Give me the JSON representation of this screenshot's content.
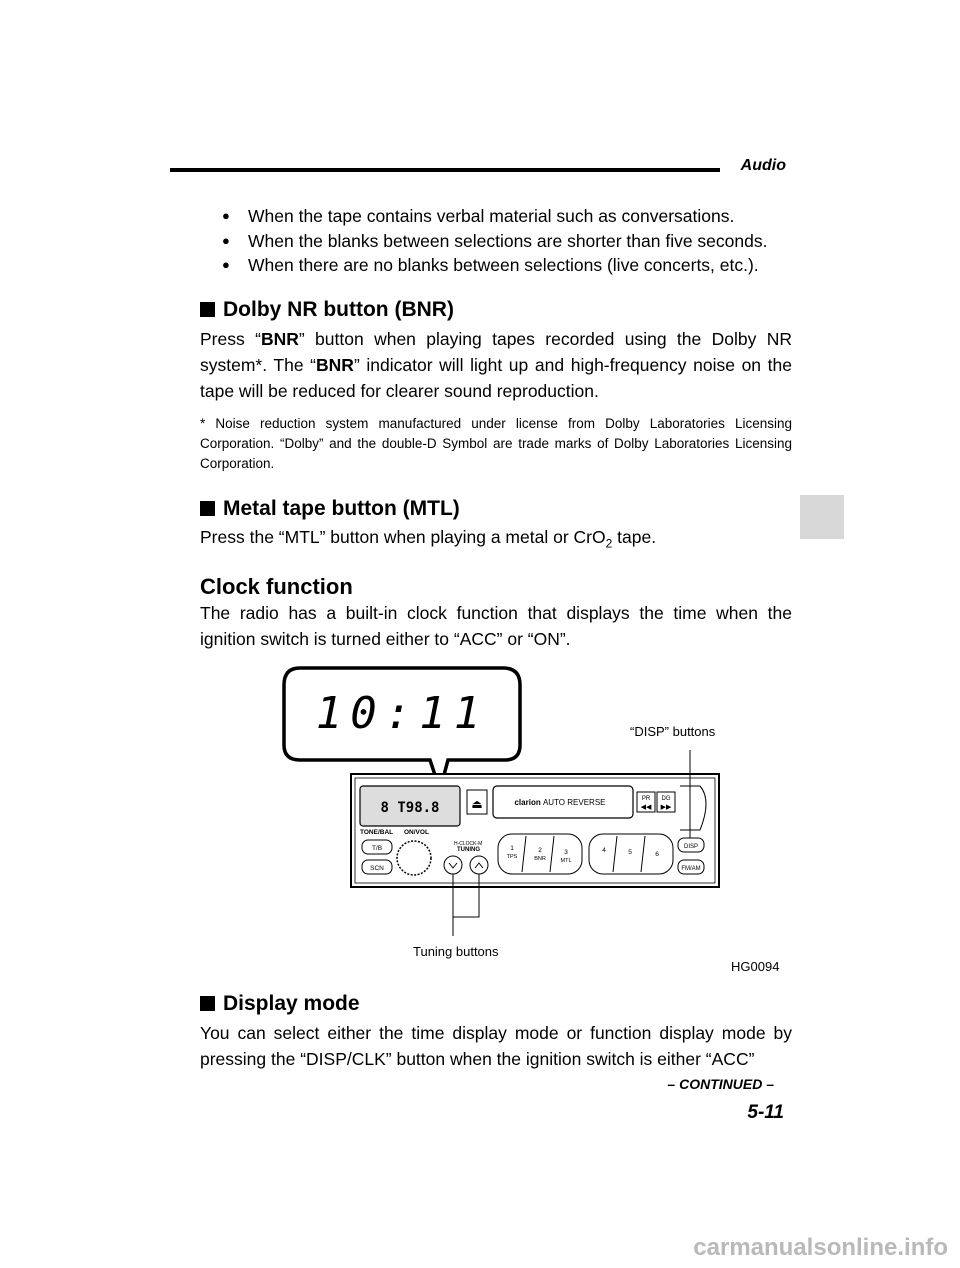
{
  "header": {
    "section": "Audio"
  },
  "bullets": [
    "When the tape contains verbal material such as conversations.",
    "When the blanks between selections are shorter than five seconds.",
    "When there are no blanks between selections (live concerts, etc.)."
  ],
  "dolby": {
    "heading": "Dolby NR button (BNR)",
    "p_a": "Press “",
    "p_b": "BNR",
    "p_c": "” button when playing tapes recorded using the Dolby NR system*. The “",
    "p_d": "BNR",
    "p_e": "” indicator will light up and high-frequency noise on the tape will be reduced for clearer sound reproduction.",
    "footnote": "* Noise reduction system manufactured under license from Dolby Laboratories Licensing Corporation. “Dolby” and the double-D Symbol are trade marks of Dolby Laboratories Licensing Corporation."
  },
  "metal": {
    "heading": "Metal tape button (MTL)",
    "p_a": "Press the “MTL” button when playing a metal or CrO",
    "p_sub": "2",
    "p_b": " tape."
  },
  "clock": {
    "heading": "Clock function",
    "para": "The radio has a built-in clock function that displays the time when the ignition switch is turned either to “ACC” or “ON”."
  },
  "figure": {
    "display_time": "10:11",
    "disp_label": "“DISP” buttons",
    "tuning_label": "Tuning buttons",
    "fig_id": "HG0094",
    "radio": {
      "brand": "clarion",
      "brand_sub": "AUTO REVERSE",
      "tone_bal": "TONE/BAL",
      "on_vol": "ON/VOL",
      "tuning": "TUNING",
      "h_clock": "H-CLOCK-M",
      "tb": "T/B",
      "scn": "SCN",
      "pr": "PR",
      "dg": "DG",
      "disp": "DISP",
      "fmam": "FM/AM",
      "p1": "1",
      "p1s": "TPS",
      "p2": "2",
      "p2s": "BNR",
      "p3": "3",
      "p3s": "MTL",
      "p4": "4",
      "p5": "5",
      "p6": "6"
    }
  },
  "display_mode": {
    "heading": "Display mode",
    "para": "You can select either the time display mode or function display mode by pressing the “DISP/CLK” button when the ignition switch is either “ACC”"
  },
  "footer": {
    "continued": "– CONTINUED –",
    "page": "5-11"
  },
  "watermark": "carmanualsonline.info"
}
